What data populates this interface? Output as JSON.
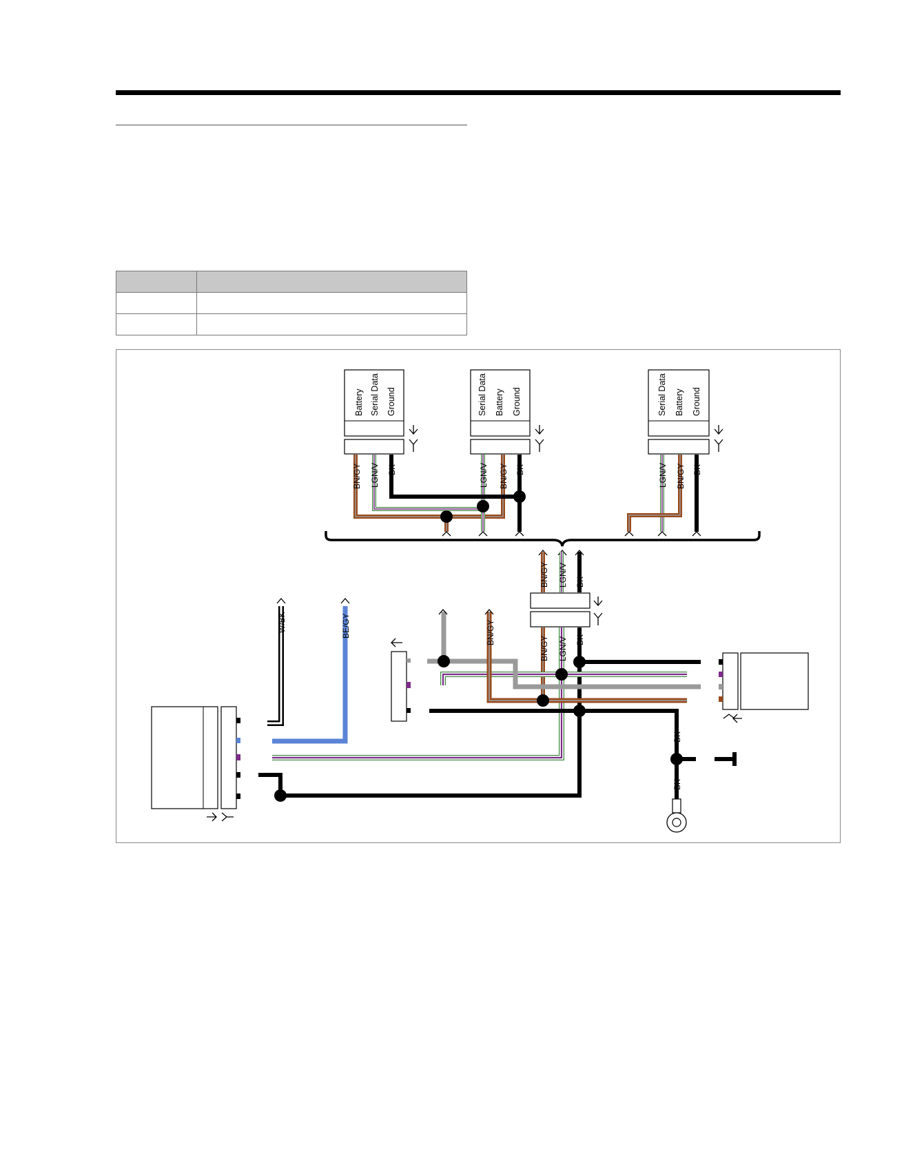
{
  "colors": {
    "BK": "#000000",
    "BN": "#9a4a1c",
    "GY": "#9a9a9a",
    "LGN": "#3f8a3f",
    "V": "#7e2a8a",
    "BE": "#5b84d6",
    "W": "#ffffff",
    "table_header_bg": "#c8c8c8"
  },
  "wire_labels": {
    "bn_gy": "BN/GY",
    "lgn_v": "LGN/V",
    "bk": "BK",
    "w_bk": "W/BK",
    "be_gy": "BE/GY"
  },
  "modules": {
    "left": {
      "pins": [
        "Battery",
        "Serial Data",
        "Ground"
      ]
    },
    "middle": {
      "pins": [
        "Serial Data",
        "Battery",
        "Ground"
      ]
    },
    "right": {
      "pins": [
        "Serial Data",
        "Battery",
        "Ground"
      ]
    }
  },
  "icons": [
    "connector-receptacle-icon",
    "connector-plug-icon",
    "arrow-left-icon",
    "ring-terminal-icon",
    "ground-symbol-icon",
    "splice-dot-icon"
  ]
}
